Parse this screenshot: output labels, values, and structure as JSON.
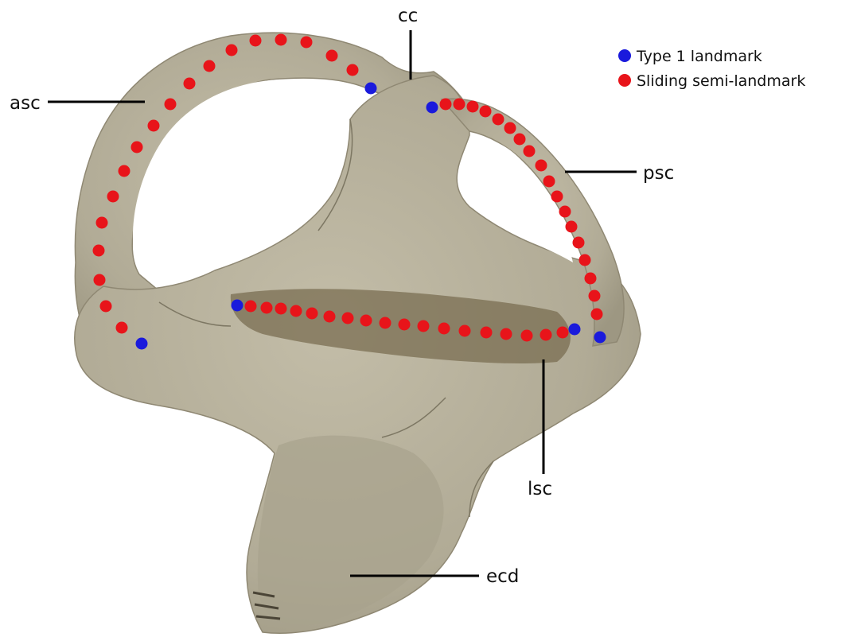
{
  "legend": {
    "items": [
      {
        "label": "Type 1 landmark",
        "color": "#1a1adc"
      },
      {
        "label": "Sliding semi-landmark",
        "color": "#e8141a"
      }
    ]
  },
  "labels": {
    "cc": "cc",
    "asc": "asc",
    "psc": "psc",
    "lsc": "lsc",
    "ecd": "ecd"
  },
  "colors": {
    "bone": "#b3ad98",
    "bone_shadow": "#8f8873",
    "canal_shadow": "#6e6248",
    "type1": "#1a1adc",
    "semi": "#e8141a"
  }
}
